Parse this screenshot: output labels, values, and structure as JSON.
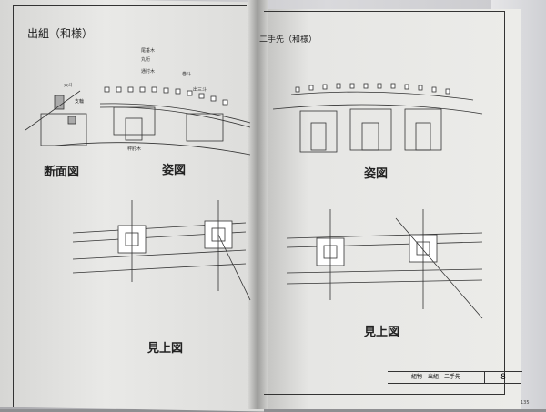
{
  "left_page": {
    "title": "出組（和様）",
    "section_label": "断面図",
    "elevation_label": "姿図",
    "plan_label": "見上図",
    "callouts": [
      "尾垂木",
      "丸桁",
      "通肘木",
      "巻斗",
      "大斗",
      "出三斗",
      "支輪",
      "秤肘木"
    ]
  },
  "right_page": {
    "title": "二手先（和様）",
    "elevation_label": "姿図",
    "plan_label": "見上図"
  },
  "title_block": {
    "subject": "組物　出組，二手先",
    "sheet_number": "8"
  },
  "page_number": "135"
}
